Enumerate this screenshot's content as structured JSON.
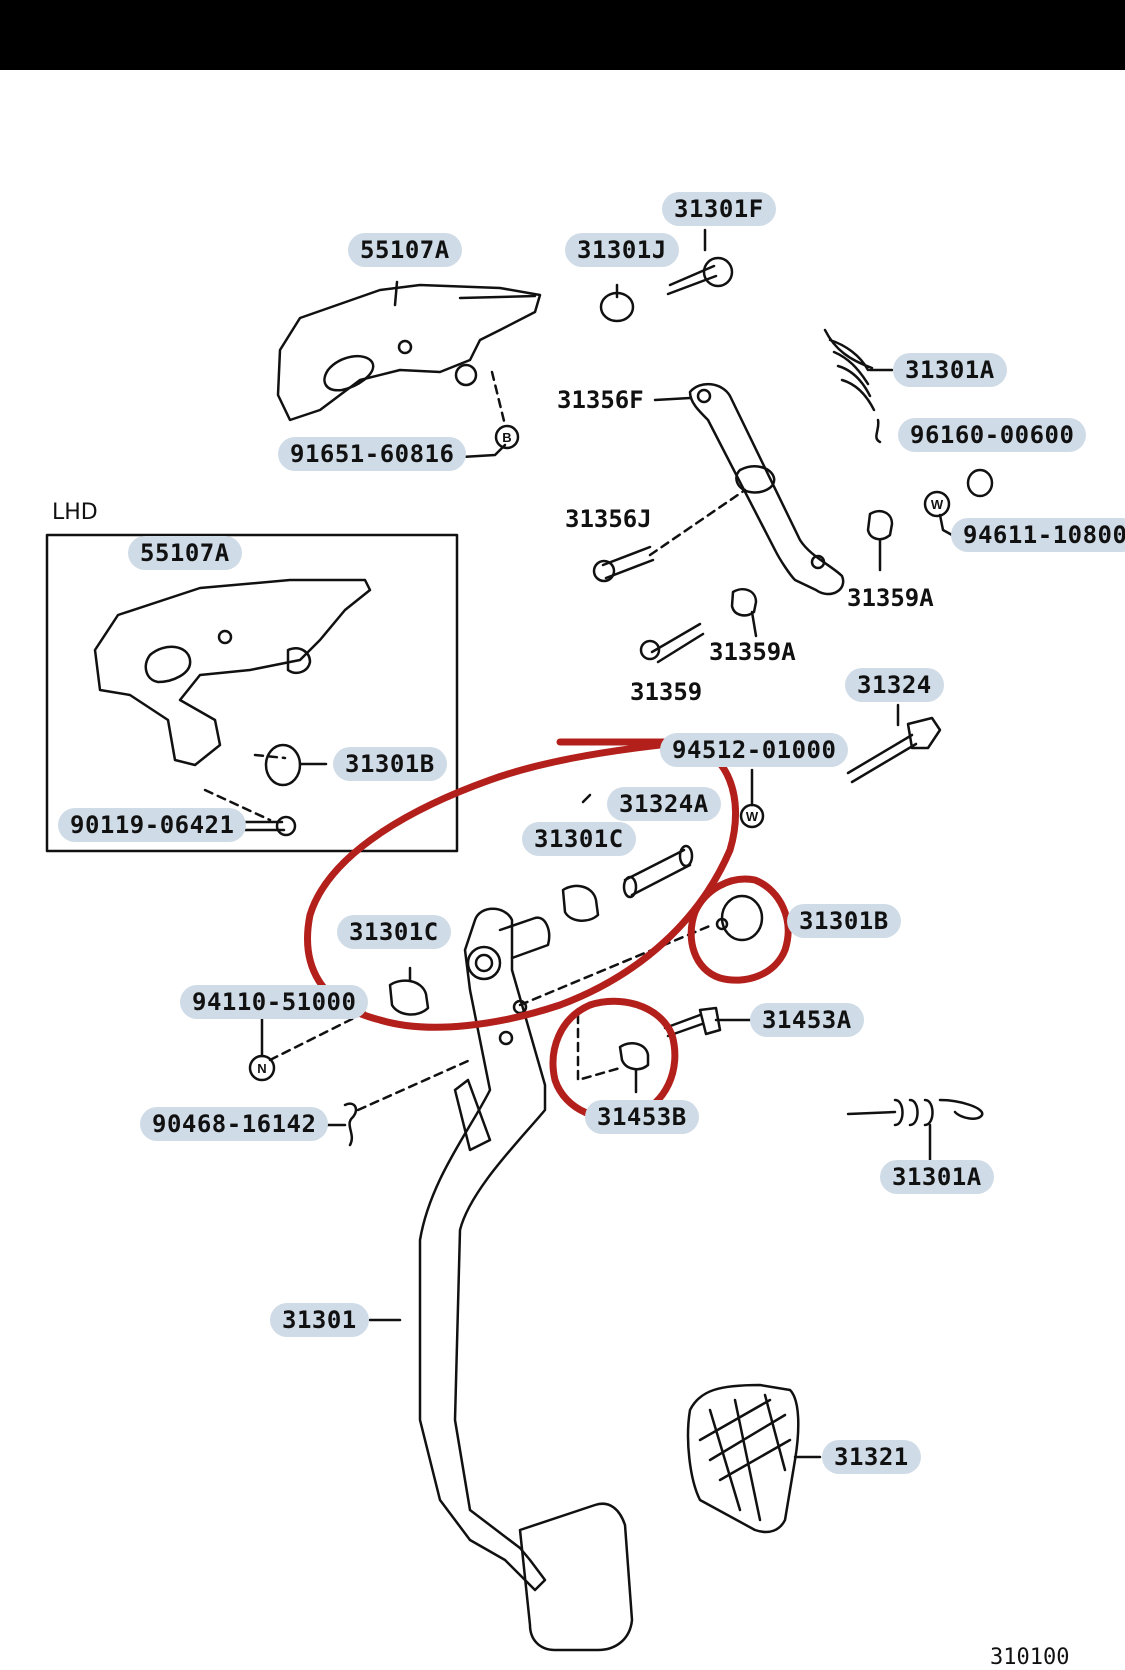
{
  "labels": {
    "p55107a_top": "55107A",
    "p31301j": "31301J",
    "p31301f": "31301F",
    "p31301a_top": "31301A",
    "p31356f": "31356F",
    "p96160": "96160-00600",
    "p91651": "91651-60816",
    "p31356j": "31356J",
    "p94611": "94611-10800",
    "p31359a_right": "31359A",
    "p31359a_mid": "31359A",
    "p31359": "31359",
    "p31324": "31324",
    "p945xx": "94512-01000",
    "p31324a": "31324A",
    "p31301c_upper": "31301C",
    "p31301b_right": "31301B",
    "p31301c_lower": "31301C",
    "p94110": "94110-51000",
    "p31453a": "31453A",
    "p90468": "90468-16142",
    "p31453b": "31453B",
    "p31301a_lower": "31301A",
    "p31301": "31301",
    "p31321": "31321",
    "lhd_55107a": "55107A",
    "lhd_31301b": "31301B",
    "lhd_90119": "90119-06421"
  },
  "inset_title": "LHD",
  "diagram_code": "310100",
  "symbols": {
    "b": "B",
    "w": "W",
    "n": "N"
  },
  "colors": {
    "label_bg": "#cfdbe6",
    "annotation": "#b3201c",
    "ink": "#111111",
    "top_bar": "#000000"
  }
}
